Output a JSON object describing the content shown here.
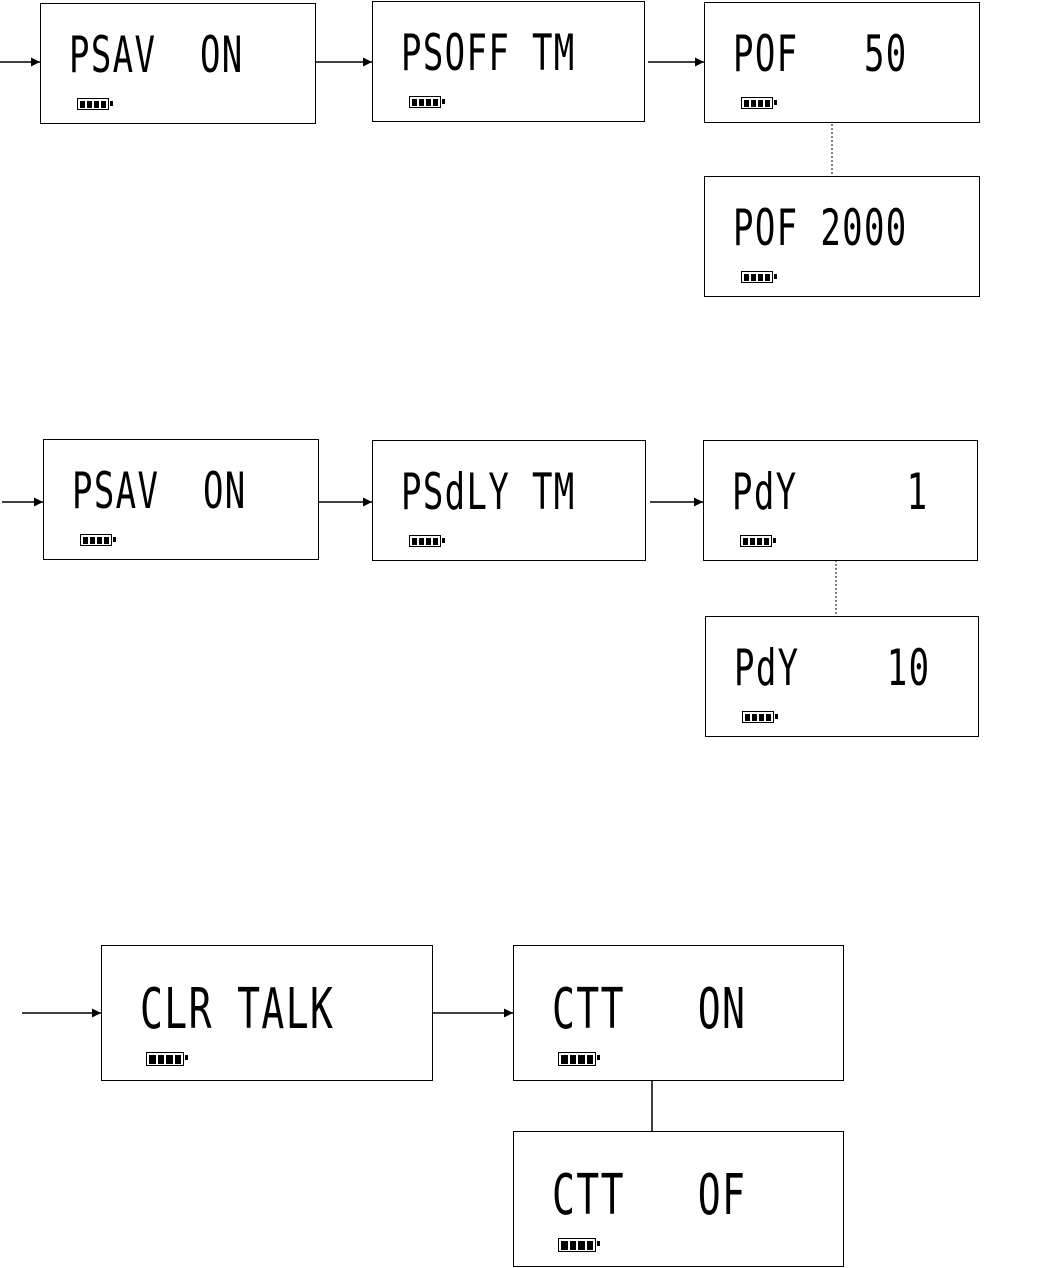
{
  "displays": {
    "d1": "PSAV  ON",
    "d2": "PSOFF TM",
    "d3": "POF   50",
    "d4": "POF 2000",
    "d5": "PSAV  ON",
    "d6": "PSdLY TM",
    "d7": "PdY     1",
    "d8": "PdY    10",
    "d9": "CLR TALK",
    "d10": "CTT   ON",
    "d11": "CTT   OF"
  },
  "battery_icon": "battery-full-icon",
  "battery_cells": 4,
  "colors": {
    "line": "#000000",
    "background": "#ffffff"
  }
}
